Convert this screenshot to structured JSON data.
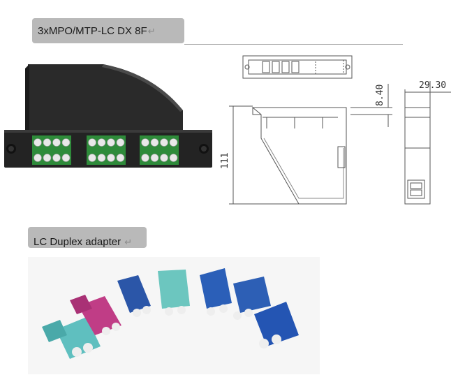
{
  "product": {
    "title": "3xMPO/MTP-LC DX 8F",
    "title_mark": "↵"
  },
  "drawing": {
    "dim_depth": "8.40",
    "dim_width": "29.30",
    "dim_height": "111"
  },
  "adapter": {
    "title": "LC Duplex adapter",
    "title_mark": "↵"
  }
}
